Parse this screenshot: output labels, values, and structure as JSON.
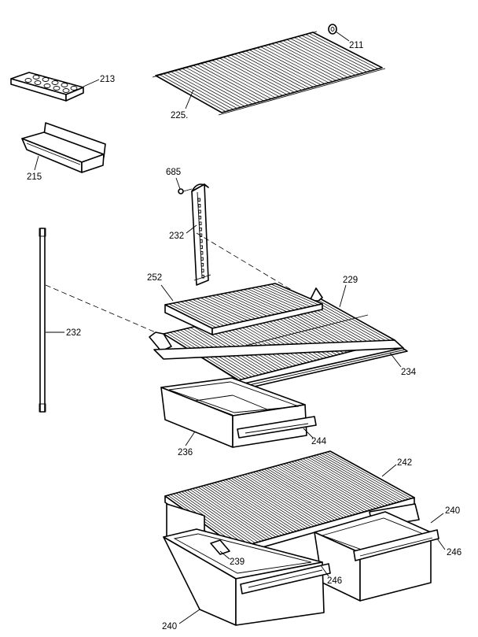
{
  "callouts": {
    "c211": "211",
    "c213": "213",
    "c225": "225.",
    "c215": "215",
    "c685": "685",
    "c232_upper": "232",
    "c232_left": "232",
    "c252": "252",
    "c229": "229",
    "c234": "234",
    "c236": "236",
    "c244": "244",
    "c242": "242",
    "c240_right": "240",
    "c246_right": "246",
    "c239": "239",
    "c246_mid": "246",
    "c240_bottom": "240"
  }
}
